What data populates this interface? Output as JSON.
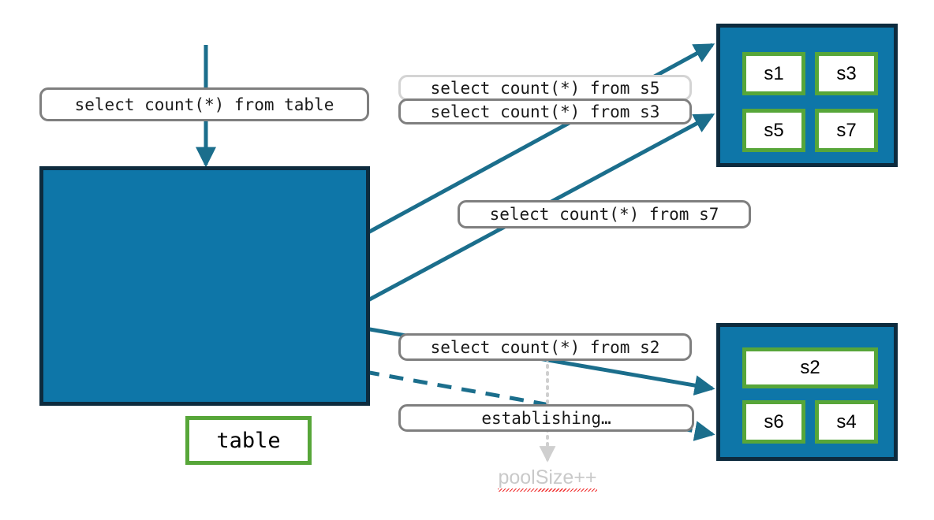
{
  "colors": {
    "region_fill": "#0E76A8",
    "region_border": "#0D2B3E",
    "node_border": "#57A639",
    "node_fill": "#ffffff",
    "edge": "#1B6E8C",
    "callout_border": "#7F7F7F",
    "callout_border_faded": "#D4D4D4",
    "dotted_guide": "#CFCFCF",
    "annotation_text": "#C9C9C9",
    "spellcheck_underline": "#f03030"
  },
  "table_region": {
    "node": {
      "label": "table"
    }
  },
  "pool_top": {
    "nodes": [
      {
        "label": "s1"
      },
      {
        "label": "s3"
      },
      {
        "label": "s5"
      },
      {
        "label": "s7"
      }
    ]
  },
  "pool_bottom": {
    "nodes": [
      {
        "label": "s2"
      },
      {
        "label": "s6"
      },
      {
        "label": "s4"
      }
    ]
  },
  "callouts": {
    "table_query": "select count(*) from table",
    "s5_query": "select count(*) from s5",
    "s3_query": "select count(*) from s3",
    "s7_query": "select count(*) from s7",
    "s2_query": "select count(*) from s2",
    "establishing": "establishing…"
  },
  "annotation": {
    "pool_size": "poolSize++"
  }
}
